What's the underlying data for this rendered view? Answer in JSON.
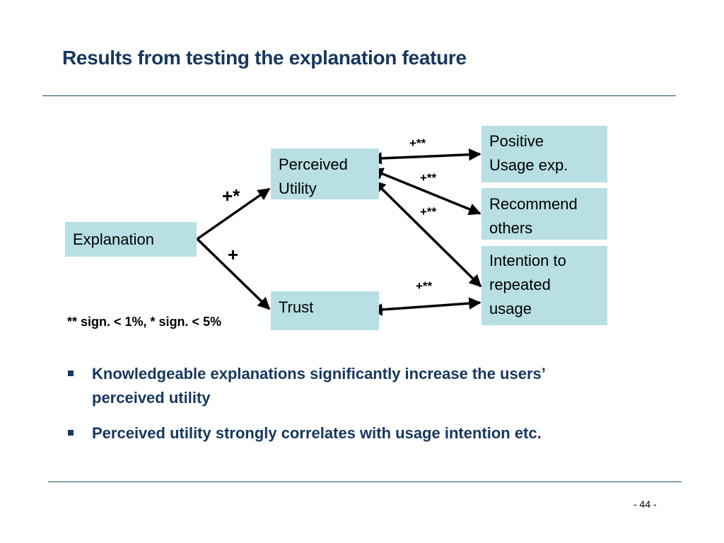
{
  "title": "Results from testing the explanation feature",
  "diagram": {
    "nodes": {
      "explanation": "Explanation",
      "perceived_utility": [
        "Perceived",
        "Utility"
      ],
      "trust": "Trust",
      "positive_usage": [
        "Positive",
        "Usage exp."
      ],
      "recommend_others": [
        "Recommend",
        "others"
      ],
      "intention_repeated": [
        "Intention to",
        "repeated",
        "usage"
      ]
    },
    "edges": [
      {
        "from": "explanation",
        "to": "perceived_utility",
        "label": "+*",
        "direction": "forward"
      },
      {
        "from": "explanation",
        "to": "trust",
        "label": "+",
        "direction": "forward"
      },
      {
        "from": "perceived_utility",
        "to": "positive_usage",
        "label": "+**",
        "direction": "both"
      },
      {
        "from": "perceived_utility",
        "to": "recommend_others",
        "label": "+**",
        "direction": "both"
      },
      {
        "from": "perceived_utility",
        "to": "intention_repeated",
        "label": "+**",
        "direction": "both"
      },
      {
        "from": "trust",
        "to": "intention_repeated",
        "label": "+**",
        "direction": "both"
      }
    ],
    "legend": "** sign. < 1%, * sign. < 5%",
    "colors": {
      "node_fill": "#b8dfe3",
      "arrow": "#000000"
    }
  },
  "bullets": [
    "Knowledgeable explanations significantly increase the users’ perceived utility",
    "Perceived utility strongly correlates with usage intention etc."
  ],
  "page_number": "- 44 -",
  "colors": {
    "title": "#17375e",
    "bullet_text": "#17375e",
    "rule": "#1f4e60"
  }
}
